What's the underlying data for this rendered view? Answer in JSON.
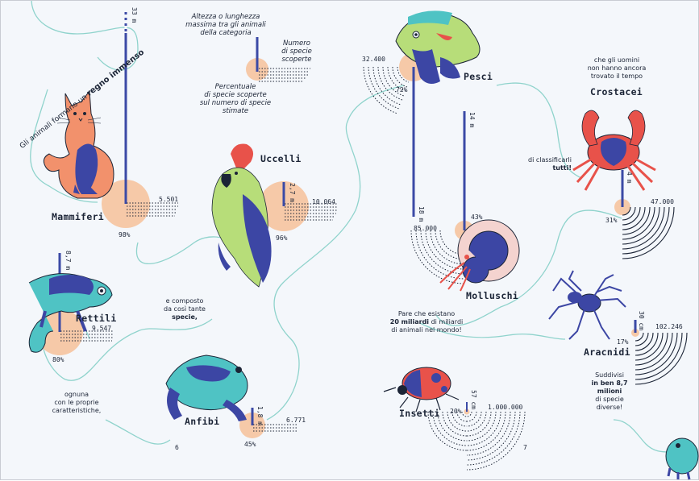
{
  "intro": {
    "line1_a": "Gli animali formano un ",
    "line1_b": "regno immenso"
  },
  "legend": {
    "height_note": "Altezza o lunghezza\nmassima tra gli animali\ndella categoria",
    "species_note": "Numero\ndi specie\nscoperte",
    "percent_note": "Percentuale\ndi specie scoperte\nsul numero di specie\nstimate"
  },
  "story": {
    "composed": "e composto\nda così tante",
    "species_word": "specie,",
    "each": "ognuna\ncon le proprie\ncaratteristiche,",
    "humans": "che gli uomini\nnon hanno ancora\ntrovato il tempo",
    "classify": "di classificarli",
    "all_word": "tutti!",
    "estimate_a": "Pare che esistano",
    "estimate_b": "20 miliardi",
    "estimate_c": " di miliardi",
    "estimate_d": "di animali nel mondo!",
    "divided_a": "Suddivisi",
    "divided_b": "in ben 8,7",
    "divided_c": "milioni",
    "divided_d": "di specie\ndiverse!"
  },
  "page_numbers": {
    "left": "6",
    "right": "7"
  },
  "colors": {
    "bar": "#3b4aa6",
    "peach": "#f6c9a8",
    "ink": "#1b2436",
    "thread": "#8fd3cc",
    "cat": "#f2916c",
    "blue": "#3c46a4",
    "green": "#b7dd79",
    "teal": "#4fc3c4",
    "red": "#e8524a"
  },
  "categories": [
    {
      "name": "Mammiferi",
      "species": "5.501",
      "percent": "98%",
      "size": "33 m",
      "icon": "cat-illustration"
    },
    {
      "name": "Uccelli",
      "species": "10.064",
      "percent": "96%",
      "size": "2,7 m",
      "icon": "parrot-illustration"
    },
    {
      "name": "Rettili",
      "species": "9.547",
      "percent": "80%",
      "size": "8,7 m",
      "icon": "chameleon-illustration"
    },
    {
      "name": "Anfibi",
      "species": "6.771",
      "percent": "45%",
      "size": "1,8 m",
      "icon": "frog-illustration"
    },
    {
      "name": "Pesci",
      "species": "32.400",
      "percent": "72%",
      "size": "18 m",
      "icon": "fish-illustration"
    },
    {
      "name": "Molluschi",
      "species": "85.000",
      "percent": "43%",
      "size": "14 m",
      "icon": "nautilus-illustration"
    },
    {
      "name": "Crostacei",
      "species": "47.000",
      "percent": "31%",
      "size": "4 m",
      "icon": "crab-illustration"
    },
    {
      "name": "Aracnidi",
      "species": "102.246",
      "percent": "17%",
      "size": "30 cm",
      "icon": "spider-illustration"
    },
    {
      "name": "Insetti",
      "species": "1.000.000",
      "percent": "20%",
      "size": "57 cm",
      "icon": "ladybug-illustration"
    }
  ]
}
